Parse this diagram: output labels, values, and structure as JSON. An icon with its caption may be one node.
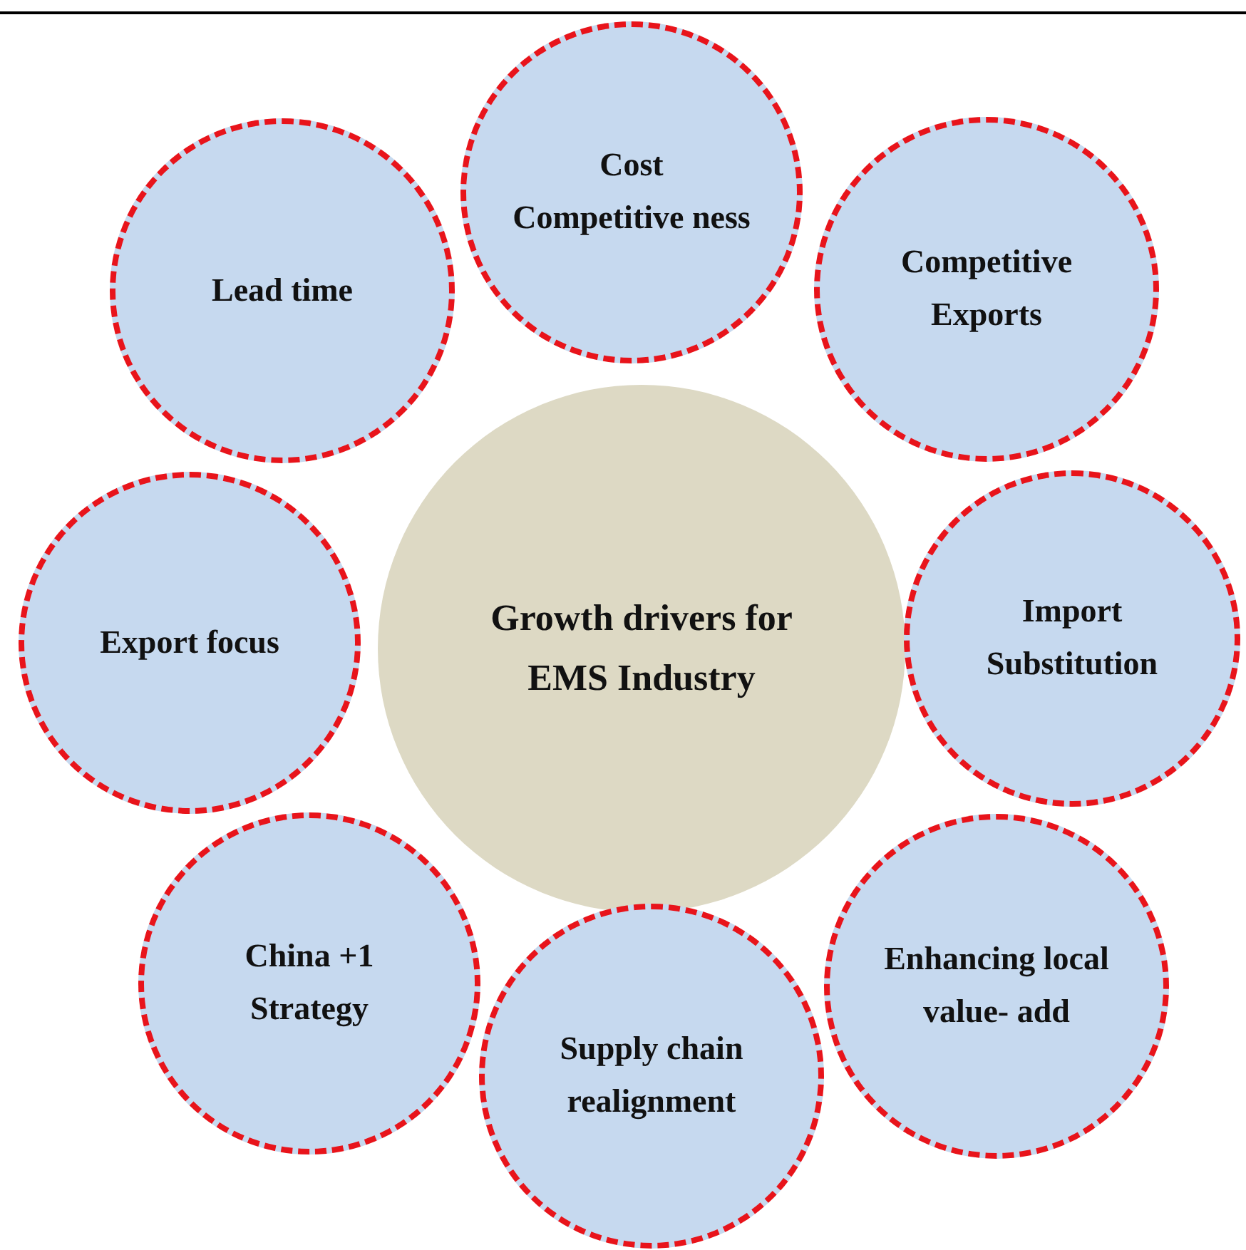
{
  "diagram": {
    "nodes": [
      {
        "text": [
          "Growth drivers for EMS Industry"
        ]
      },
      {
        "text": [
          "Cost Competitive ness"
        ]
      },
      {
        "text": [
          "Competitive Exports"
        ]
      },
      {
        "text": [
          "Import Substitution"
        ]
      },
      {
        "text": [
          "Enhancing local value- add"
        ]
      },
      {
        "text": [
          "Supply chain realignment"
        ]
      },
      {
        "text": [
          "China +1 Strategy"
        ]
      },
      {
        "text": [
          "Export focus"
        ]
      },
      {
        "text": [
          "Lead time"
        ]
      }
    ],
    "edges": []
  }
}
